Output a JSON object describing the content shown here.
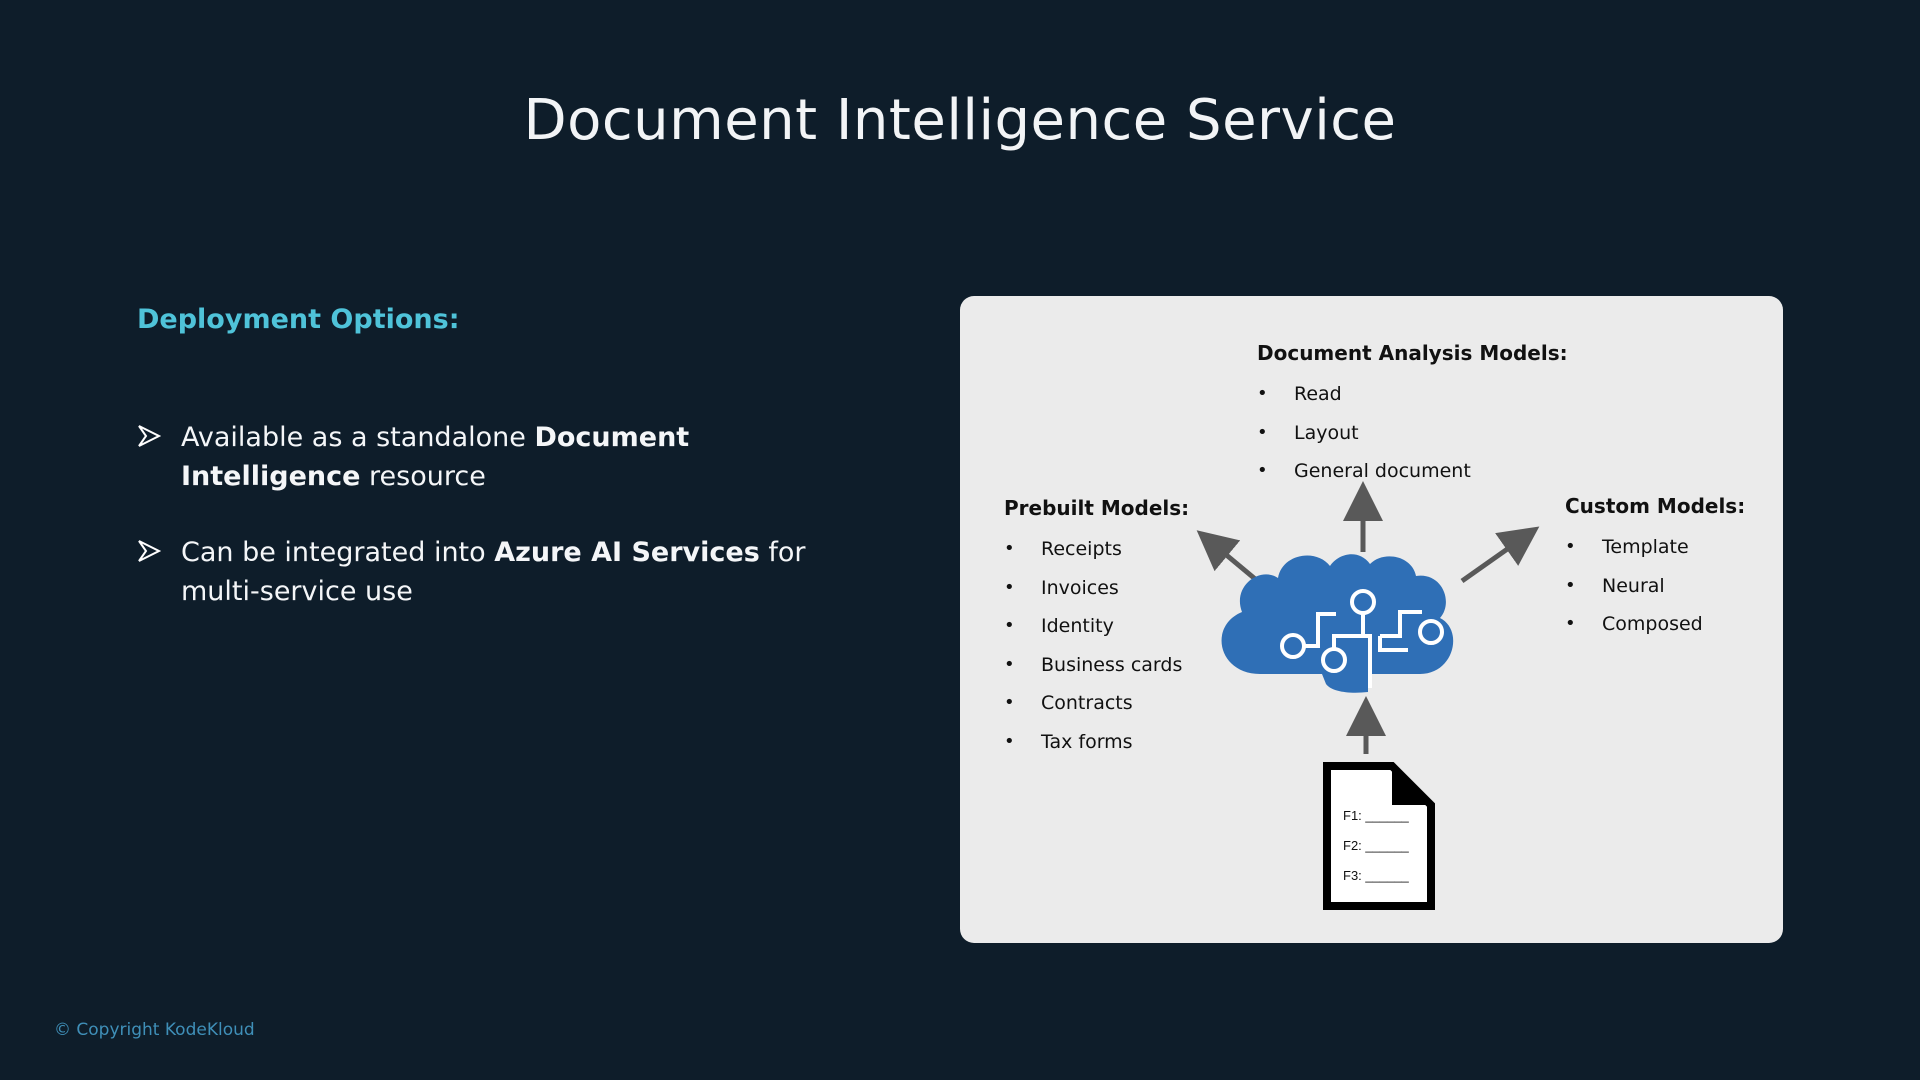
{
  "title": "Document Intelligence Service",
  "deployment": {
    "heading": "Deployment Options:",
    "bullets": [
      {
        "before": "Available as a standalone ",
        "bold": "Document Intelligence",
        "after": " resource"
      },
      {
        "before": "Can be integrated into ",
        "bold": "Azure AI Services",
        "after": " for multi-service use"
      }
    ]
  },
  "diagram": {
    "analysis": {
      "title": "Document Analysis Models:",
      "items": [
        "Read",
        "Layout",
        "General document"
      ]
    },
    "prebuilt": {
      "title": "Prebuilt Models:",
      "items": [
        "Receipts",
        "Invoices",
        "Identity",
        "Business cards",
        "Contracts",
        "Tax forms"
      ]
    },
    "custom": {
      "title": "Custom Models:",
      "items": [
        "Template",
        "Neural",
        "Composed"
      ]
    },
    "document_fields": [
      "F1: ______",
      "F2: ______",
      "F3: ______"
    ],
    "colors": {
      "brain": "#2f6fb6",
      "arrow": "#595959"
    },
    "icons": [
      "brain-circuit-icon",
      "document-icon"
    ]
  },
  "footer": {
    "copyright": "© Copyright KodeKloud"
  }
}
